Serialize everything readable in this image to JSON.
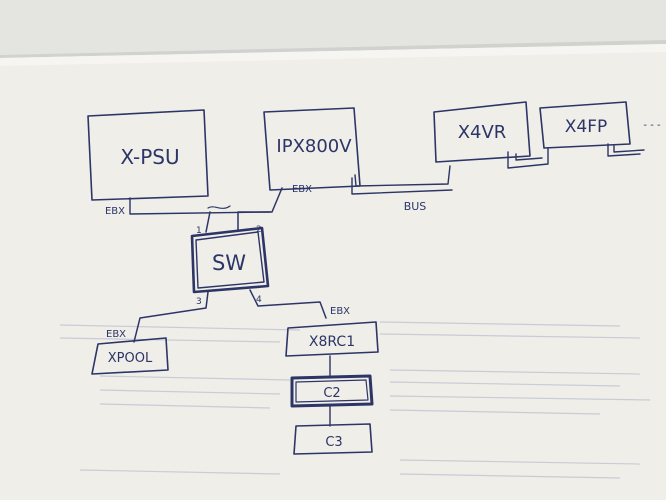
{
  "colors": {
    "ink": "#2c3566",
    "paper": "#f2f1ec",
    "background": "#cfd2cf"
  },
  "nodes": {
    "xpsu": "X-PSU",
    "ipx": "IPX800V",
    "x4vr": "X4VR",
    "x4fp": "X4FP",
    "sw": "SW",
    "xpool": "XPOOL",
    "x8rc1": "X8RC1",
    "c2": "C2",
    "c3": "C3"
  },
  "labels": {
    "ebx_psu": "EBX",
    "ebx_ipx": "EBX",
    "ebx_pool": "EBX",
    "ebx_x8": "EBX",
    "bus": "BUS",
    "dots": "- - -",
    "port1": "1",
    "port2": "2",
    "port3": "3",
    "port4": "4"
  }
}
